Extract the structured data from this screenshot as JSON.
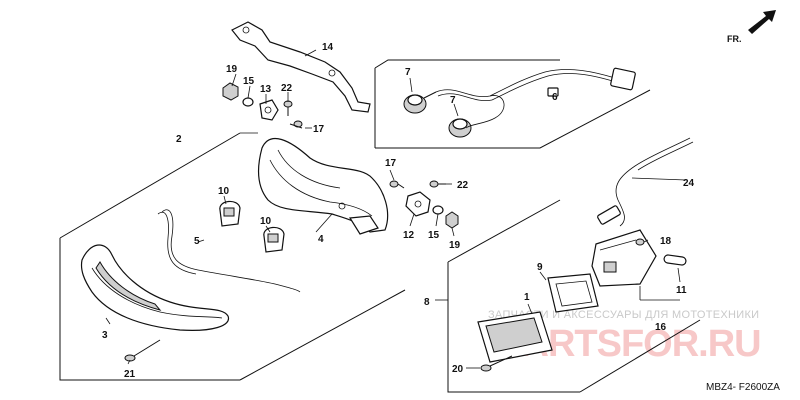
{
  "diagram": {
    "code": "MBZ4- F2600ZA",
    "direction_label": "FR.",
    "watermark_top": "ЗАПЧАСТИ И АКСЕССУАРЫ ДЛЯ МОТОТЕХНИКИ",
    "watermark_brand": "PARTSFOR.RU",
    "part_numbers": {
      "p1": "1",
      "p2": "2",
      "p3": "3",
      "p4": "4",
      "p5": "5",
      "p6": "6",
      "p7a": "7",
      "p7b": "7",
      "p8": "8",
      "p9": "9",
      "p10a": "10",
      "p10b": "10",
      "p11": "11",
      "p12": "12",
      "p13": "13",
      "p14": "14",
      "p15a": "15",
      "p15b": "15",
      "p16": "16",
      "p17a": "17",
      "p17b": "17",
      "p18": "18",
      "p19a": "19",
      "p19b": "19",
      "p20": "20",
      "p21": "21",
      "p22a": "22",
      "p22b": "22",
      "p24": "24"
    }
  }
}
